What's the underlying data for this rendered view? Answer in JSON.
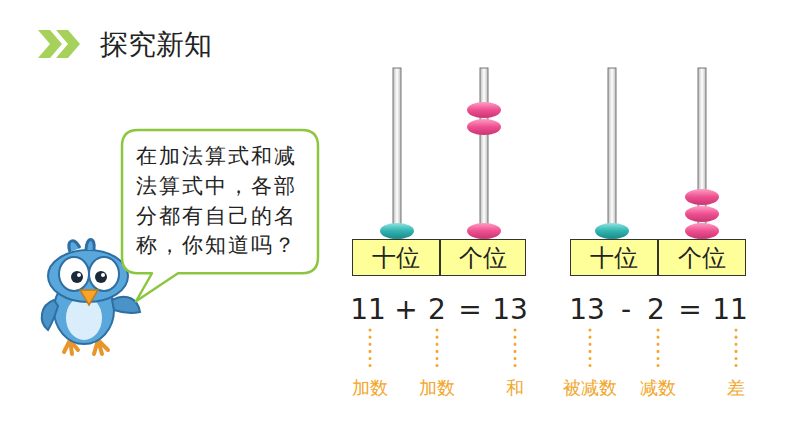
{
  "diagram": {
    "title": "探究新知",
    "nodes": [
      {
        "text": [
          "在加法算式和减法算式中，各部分都有自己的名称，你知道吗？"
        ]
      },
      {
        "text": [
          "十位"
        ]
      },
      {
        "text": [
          "个位"
        ]
      },
      {
        "text": [
          "十位"
        ]
      },
      {
        "text": [
          "个位"
        ]
      }
    ],
    "labels": [
      "11",
      "+",
      "2",
      "=",
      "13",
      "13",
      "-",
      "2",
      "=",
      "11",
      "加数",
      "加数",
      "和",
      "被减数",
      "减数",
      "差"
    ]
  }
}
